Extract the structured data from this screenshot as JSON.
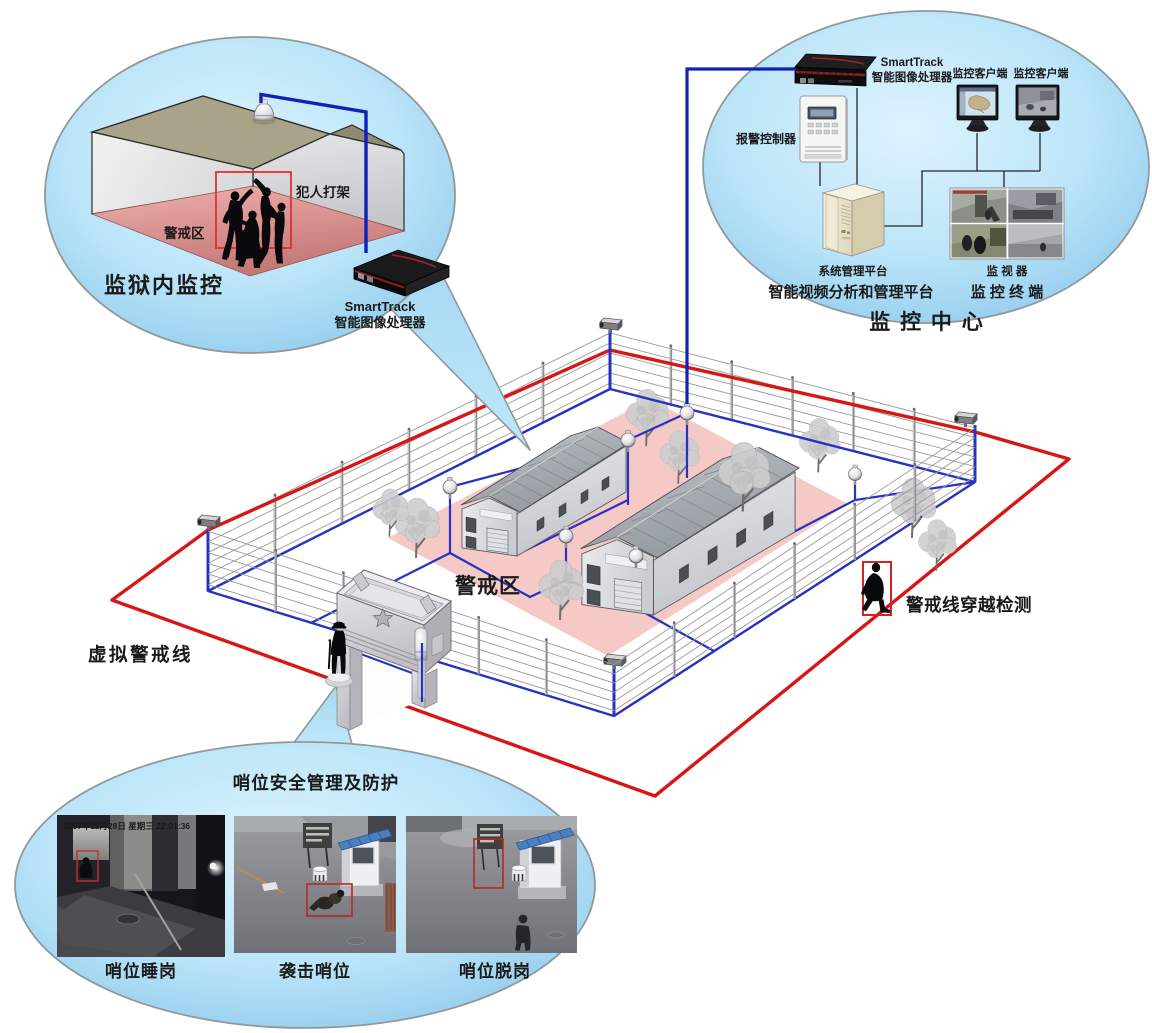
{
  "diagram_title": "SmartTrack prison intelligent video surveillance system diagram",
  "colors": {
    "background": "#ffffff",
    "bubble_edge_blue": "#8cc9eb",
    "bubble_center_blue": "#d8f0fc",
    "virtual_line_red": "#d81616",
    "cable_blue": "#1021b7",
    "alert_box_red": "#d42222",
    "warning_zone_pink": "#f4c9c6",
    "room_floor_pink": "#d98f8c",
    "roof_olive": "#a8a389"
  },
  "bubble_prison_room": {
    "title": "监狱内监控",
    "zone_label": "警戒区",
    "fight_label": "犯人打架",
    "device_name": "SmartTrack",
    "device_desc": "智能图像处理器"
  },
  "bubble_monitoring_center": {
    "title": "监 控 中 心",
    "smarttrack_name": "SmartTrack",
    "smarttrack_desc": "智能图像处理器",
    "alarm_controller": "报警控制器",
    "client1": "监控客户端",
    "client2": "监控客户端",
    "server_label": "系统管理平台",
    "platform_label": "智能视频分析和管理平台",
    "monitor_label": "监 视 器",
    "terminal_label": "监 控 终 端"
  },
  "compound": {
    "virtual_line_label": "虚拟警戒线",
    "zone_label": "警戒区",
    "crossing_label": "警戒线穿越检测"
  },
  "bubble_sentry": {
    "title": "哨位安全管理及防护",
    "photos": [
      {
        "label": "哨位睡岗",
        "timestamp": "2007年11月28日 星期三 22:01:36"
      },
      {
        "label": "袭击哨位",
        "timestamp": ""
      },
      {
        "label": "哨位脱岗",
        "timestamp": ""
      }
    ]
  }
}
